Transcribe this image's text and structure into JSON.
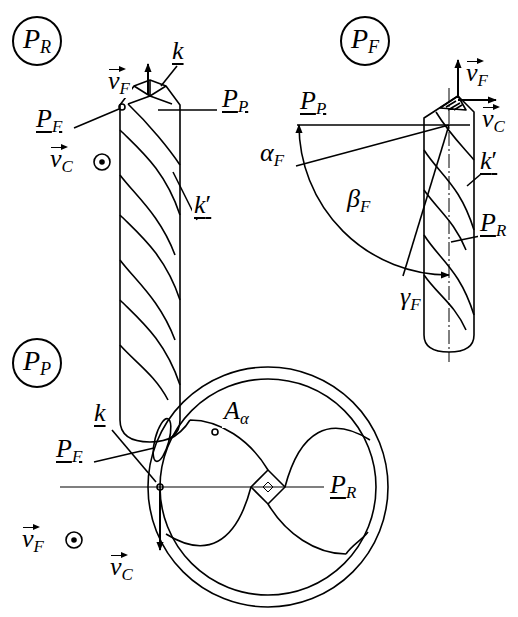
{
  "diagram": {
    "nodes": [
      {
        "text": [
          "PR"
        ]
      },
      {
        "text": [
          "PF"
        ]
      },
      {
        "text": [
          "PP"
        ]
      }
    ],
    "labels": [
      "vF",
      "k",
      "PP",
      "PF",
      "vC",
      "k′",
      "PP",
      "vF",
      "vC",
      "αF",
      "k′",
      "βF",
      "PR",
      "γF",
      "k",
      "Aα",
      "PF",
      "PR",
      "vF",
      "vC"
    ]
  }
}
